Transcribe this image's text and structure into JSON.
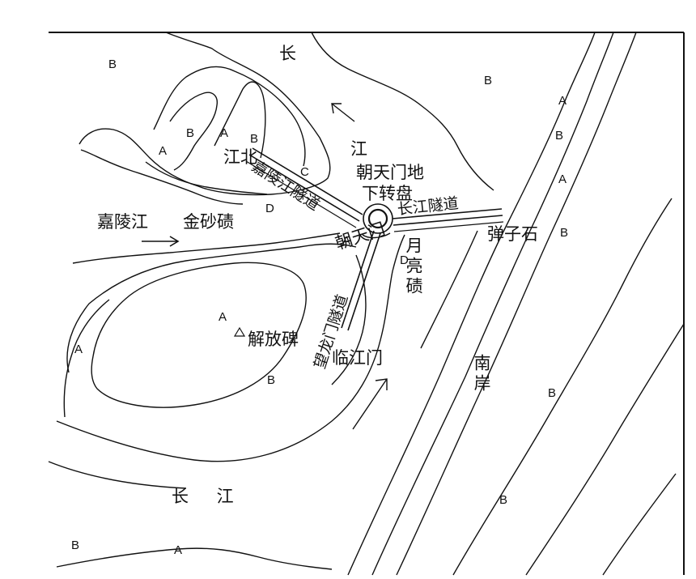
{
  "map": {
    "places": {
      "yangtze_north": "长",
      "yangtze_north_2": "江",
      "jiangbei": "江北",
      "chaotianmen_interchange_1": "朝天门地",
      "chaotianmen_interchange_2": "下转盘",
      "jialingjiang": "嘉陵江",
      "jinshaqi": "金砂碛",
      "danzishi": "弹子石",
      "chaotianmen": "朝天门",
      "yueliangqi": "月亮碛",
      "jiefangbei": "解放碑",
      "linjiangmen": "临江门",
      "nan_an": "南岸",
      "yangtze_south": "长 江"
    },
    "tunnels": {
      "jialing_tunnel": "嘉陵江隧道",
      "changjiang_tunnel": "长江隧道",
      "wanglongmen_tunnel": "望龙门隧道"
    },
    "zones": {
      "A": "A",
      "B": "B",
      "C": "C",
      "D": "D"
    },
    "colors": {
      "line": "#111111",
      "background": "#ffffff"
    }
  }
}
